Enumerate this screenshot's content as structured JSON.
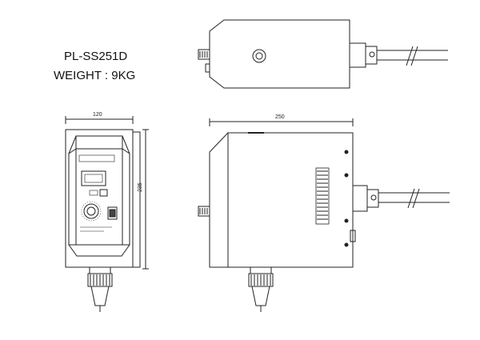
{
  "model": "PL-SS251D",
  "weight": "WEIGHT : 9KG",
  "dimensions": {
    "width": "120",
    "length": "250",
    "height": "235"
  },
  "colors": {
    "line": "#222222",
    "fill": "#ffffff",
    "hatch": "#666666"
  }
}
